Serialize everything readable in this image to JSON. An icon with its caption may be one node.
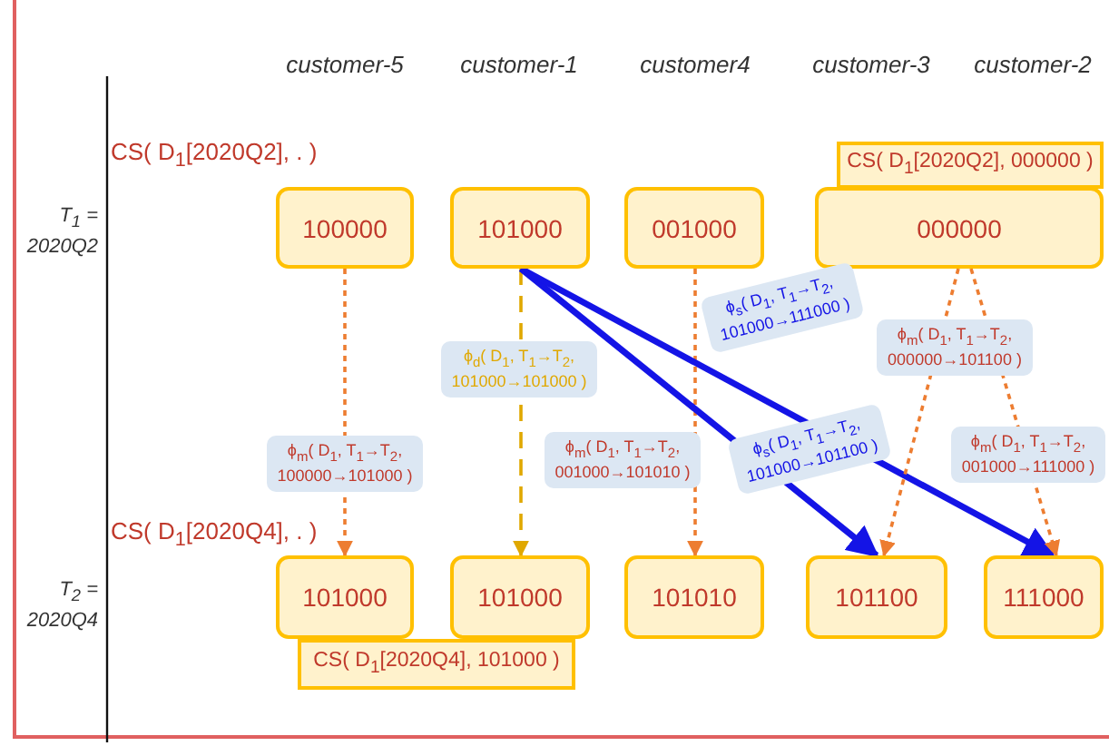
{
  "diagram": {
    "nodes": [
      {
        "text": [
          "CS( D$_{1}$[2020Q2], 000000 )"
        ]
      },
      {
        "text": [
          "100000"
        ]
      },
      {
        "text": [
          "101000"
        ]
      },
      {
        "text": [
          "001000"
        ]
      },
      {
        "text": [
          "000000"
        ]
      },
      {
        "text": [
          "101000"
        ]
      },
      {
        "text": [
          "101000"
        ]
      },
      {
        "text": [
          "101010"
        ]
      },
      {
        "text": [
          "101100"
        ]
      },
      {
        "text": [
          "111000"
        ]
      },
      {
        "text": [
          "CS( D$_{1}$[2020Q4], 101000 )"
        ]
      }
    ],
    "edges": [
      {
        "from": 1,
        "to": 5,
        "arrow": "to",
        "style": "dashed",
        "label": "ϕ$_{m}$( D$_{1}$, T$_{1}$→T$_{2}$, 100000→101000 )"
      },
      {
        "from": 2,
        "to": 6,
        "arrow": "to",
        "style": "dashed",
        "color": "#e0a800",
        "label": "ϕ$_{d}$( D$_{1}$, T$_{1}$→T$_{2}$, 101000→101000 )"
      },
      {
        "from": 3,
        "to": 7,
        "arrow": "to",
        "style": "dashed",
        "label": "ϕ$_{m}$( D$_{1}$, T$_{1}$→T$_{2}$, 001000→101010 )"
      },
      {
        "from": 2,
        "to": 8,
        "arrow": "to",
        "style": "thick",
        "color": "#1414e6",
        "label": "ϕ$_{s}$( D$_{1}$, T$_{1}$→T$_{2}$, 101000→101100 )"
      },
      {
        "from": 2,
        "to": 9,
        "arrow": "to",
        "style": "thick",
        "color": "#1414e6",
        "label": "ϕ$_{s}$( D$_{1}$, T$_{1}$→T$_{2}$, 101000→111000 )"
      },
      {
        "from": 4,
        "to": 8,
        "arrow": "to",
        "style": "dashed",
        "label": "ϕ$_{m}$( D$_{1}$, T$_{1}$→T$_{2}$, 000000→101100 )"
      },
      {
        "from": 4,
        "to": 9,
        "arrow": "to",
        "style": "dashed",
        "label": "ϕ$_{m}$( D$_{1}$, T$_{1}$→T$_{2}$, 001000→111000 )"
      }
    ],
    "labels": [
      "customer-5",
      "customer-1",
      "customer4",
      "customer-3",
      "customer-2",
      "CS( D$_{1}$[2020Q2], . )",
      "T$_{1}$ = 2020Q2",
      "CS( D$_{1}$[2020Q4], . )",
      "T$_{2}$ = 2020Q4"
    ]
  }
}
